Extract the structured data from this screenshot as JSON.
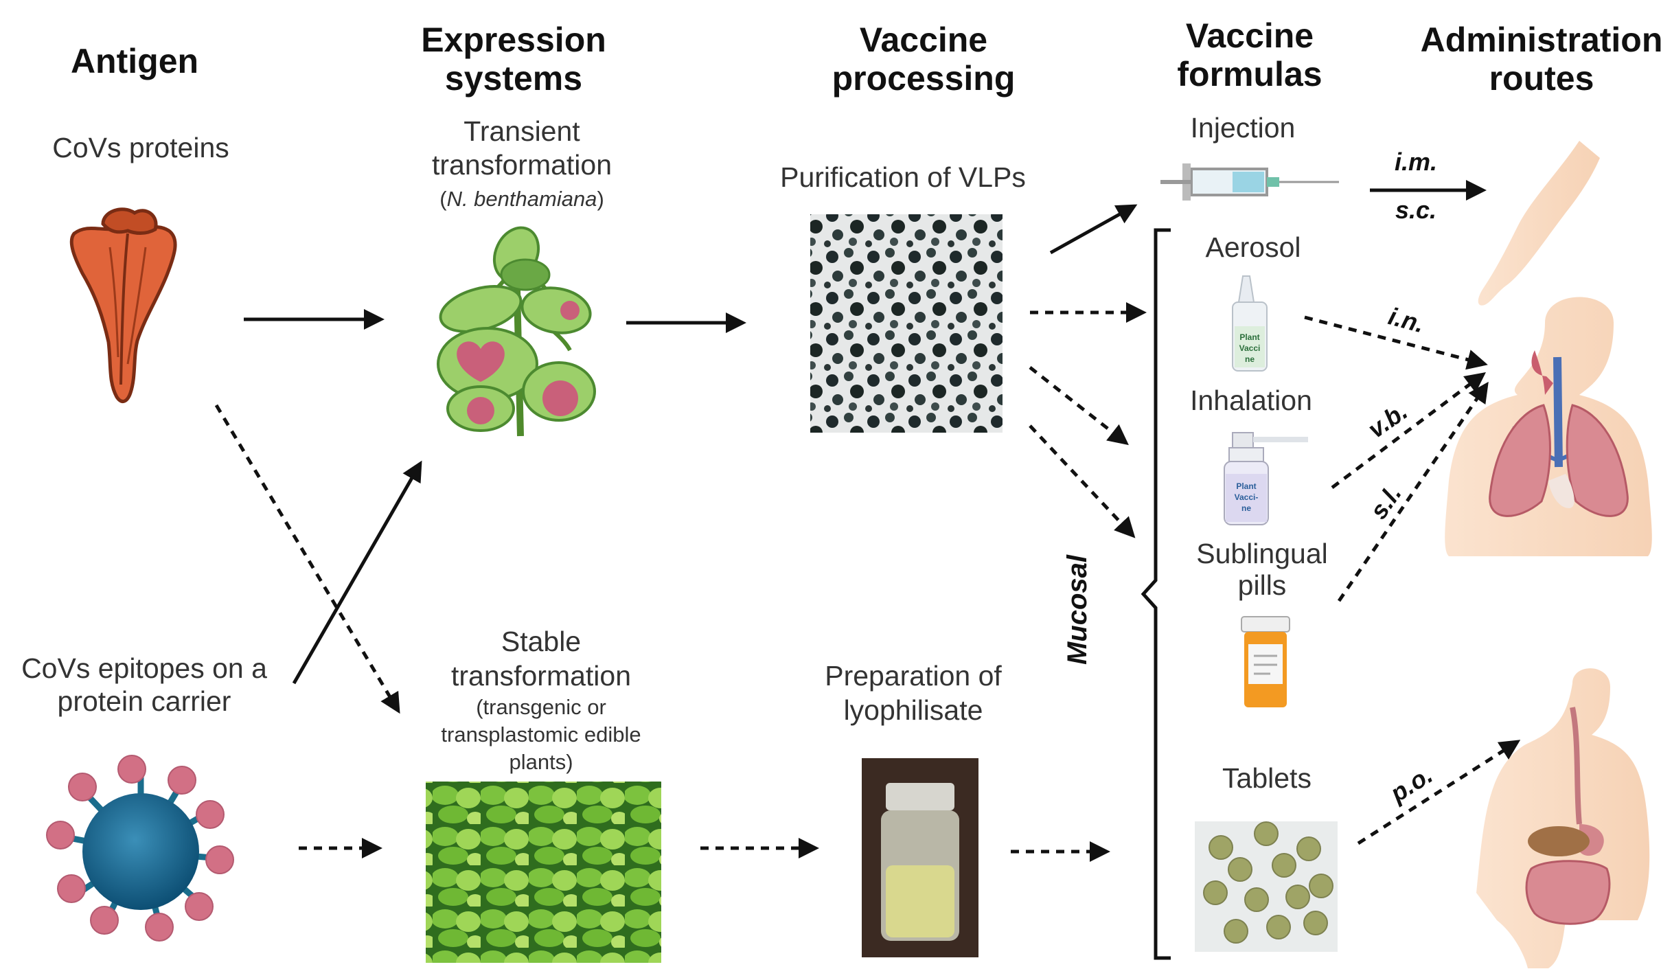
{
  "headers": {
    "antigen": "Antigen",
    "expression_l1": "Expression",
    "expression_l2": "systems",
    "processing_l1": "Vaccine",
    "processing_l2": "processing",
    "formulas_l1": "Vaccine",
    "formulas_l2": "formulas",
    "routes_l1": "Administration",
    "routes_l2": "routes"
  },
  "antigen": {
    "proteins": "CoVs  proteins",
    "epitopes_l1": "CoVs epitopes on a",
    "epitopes_l2": "protein carrier"
  },
  "expression": {
    "transient_l1": "Transient",
    "transient_l2": "transformation",
    "transient_species_open": "(",
    "transient_species": "N. benthamiana",
    "transient_species_close": ")",
    "stable_l1": "Stable",
    "stable_l2": "transformation",
    "stable_note_l1": "(transgenic or",
    "stable_note_l2": "transplastomic edible",
    "stable_note_l3": "plants)"
  },
  "processing": {
    "vlp": "Purification of VLPs",
    "lyo_l1": "Preparation of",
    "lyo_l2": "lyophilisate"
  },
  "formulas": {
    "injection": "Injection",
    "aerosol": "Aerosol",
    "inhalation": "Inhalation",
    "sublingual_l1": "Sublingual",
    "sublingual_l2": "pills",
    "tablets": "Tablets",
    "mucosal": "Mucosal",
    "bottle_l1": "Plant",
    "bottle_l2": "Vacci",
    "bottle_l3": "ne",
    "spray_l1": "Plant",
    "spray_l2": "Vacci-",
    "spray_l3": "ne"
  },
  "routes": {
    "im": "i.m.",
    "sc": "s.c.",
    "in": "i.n.",
    "vb": "v.b.",
    "sl": "s.l.",
    "po": "p.o."
  }
}
